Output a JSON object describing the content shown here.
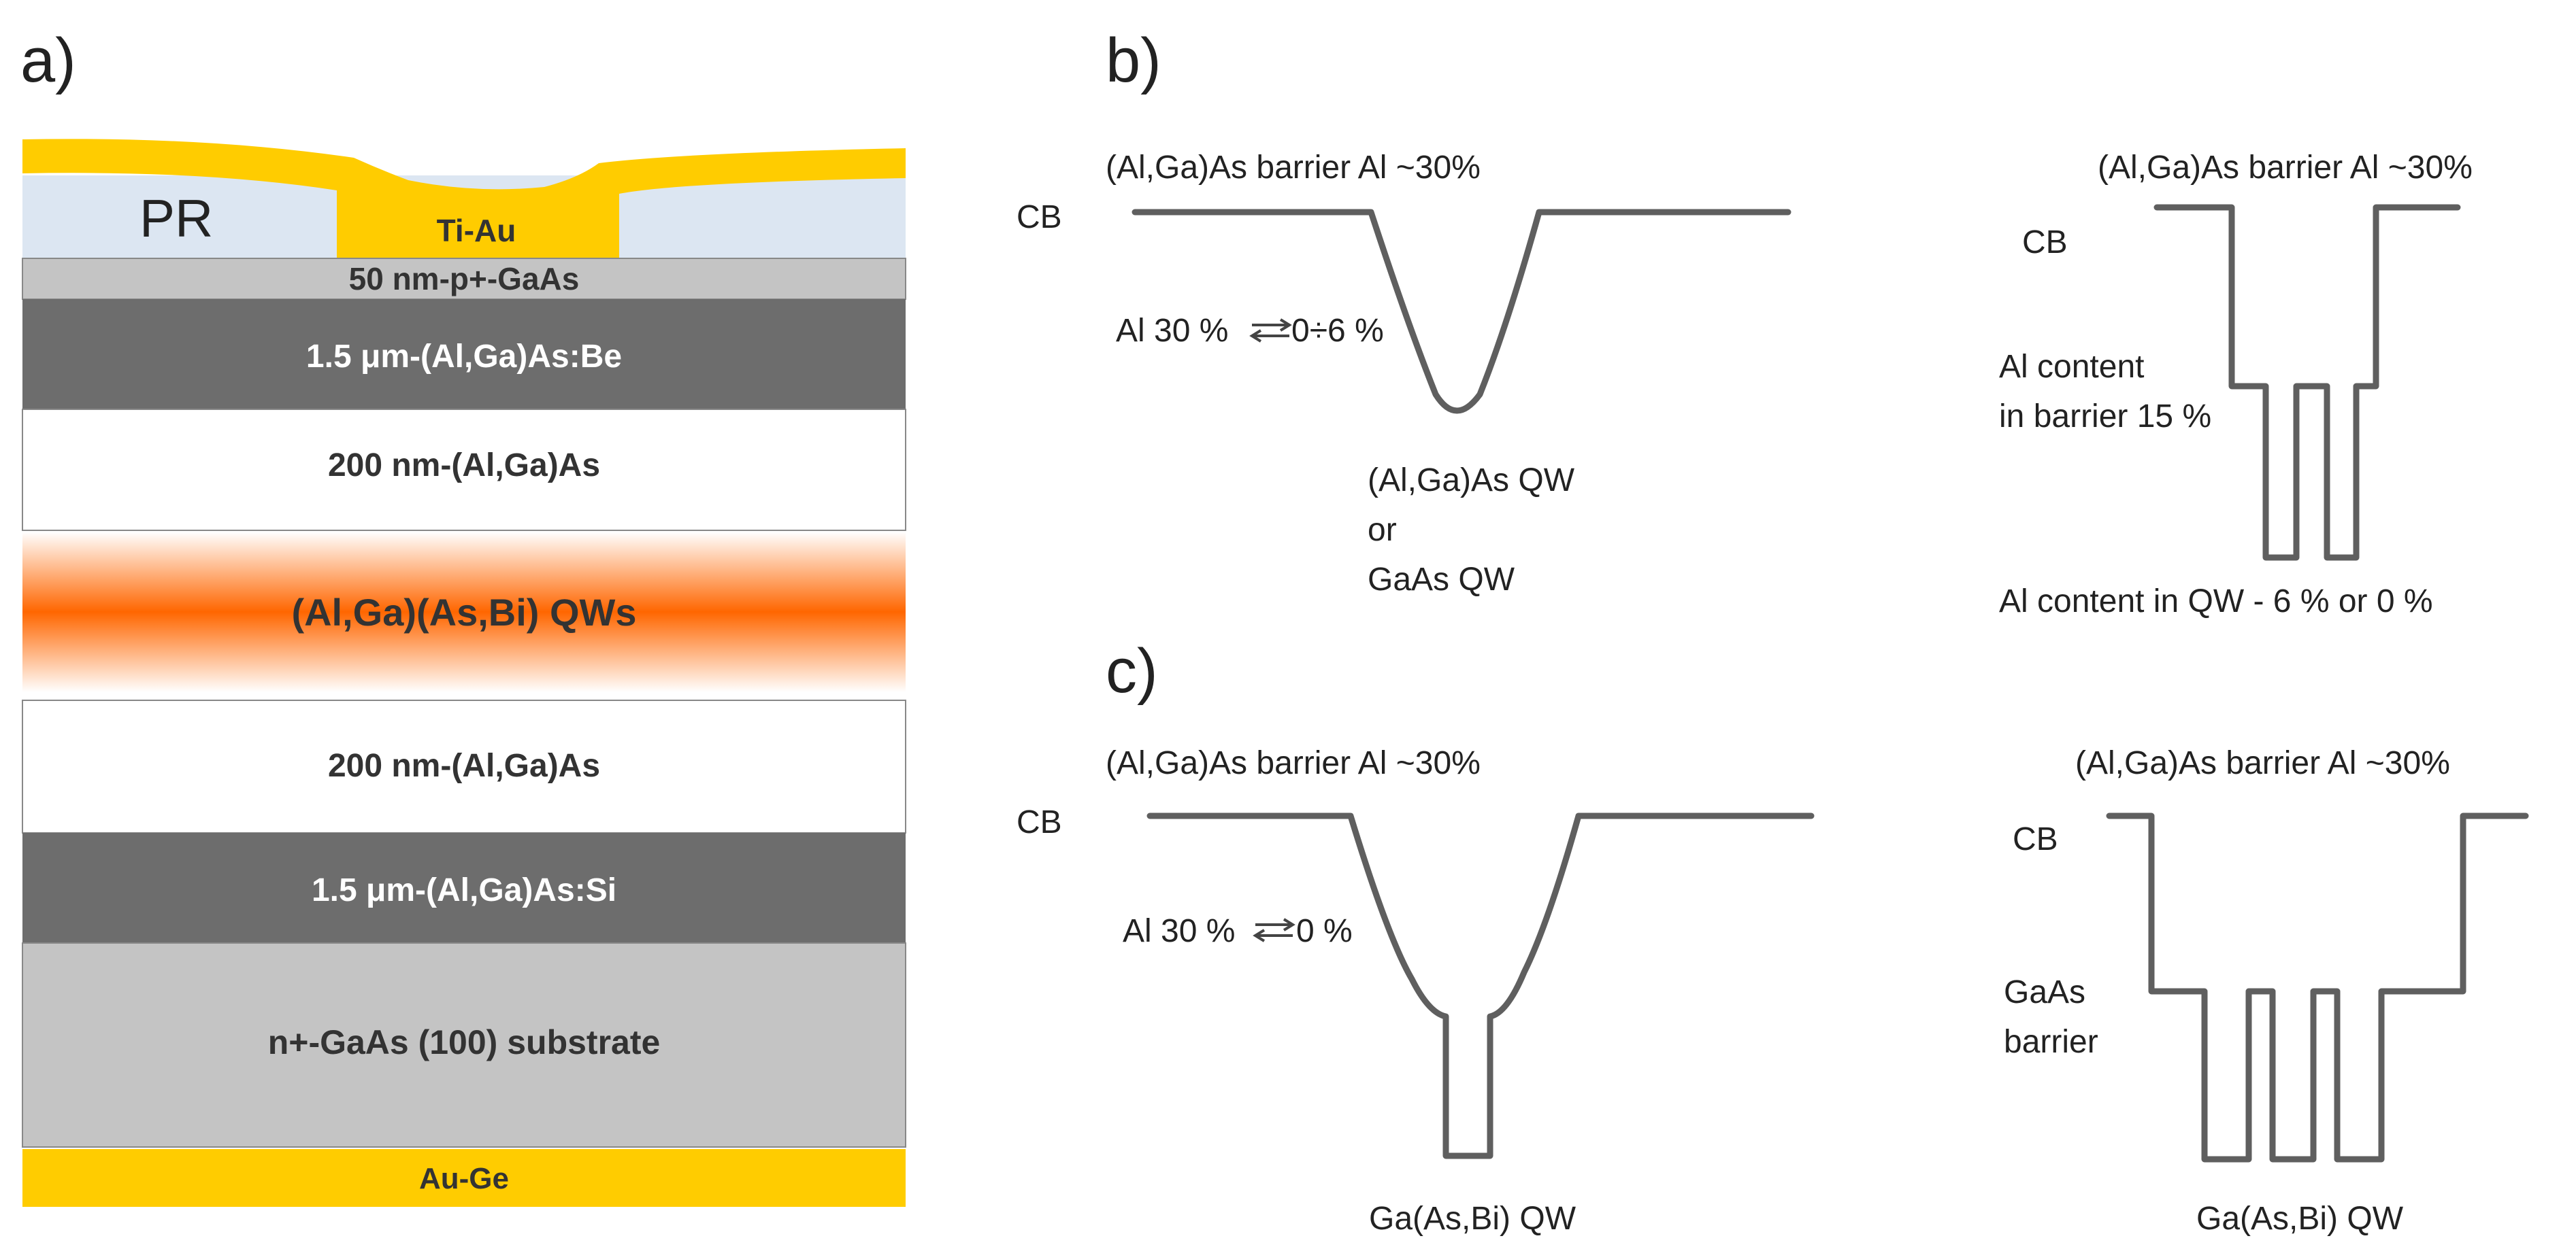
{
  "panels": {
    "a": {
      "label": "a)",
      "pr_label": "PR",
      "contact_top": "Ti-Au",
      "layers": [
        "50 nm-p+-GaAs",
        "1.5 μm-(Al,Ga)As:Be",
        "200 nm-(Al,Ga)As",
        "(Al,Ga)(As,Bi)  QWs",
        "200 nm-(Al,Ga)As",
        "1.5 μm-(Al,Ga)As:Si",
        "n+-GaAs (100) substrate"
      ],
      "contact_bottom": "Au-Ge"
    },
    "b": {
      "label": "b)",
      "left": {
        "barrier": "(Al,Ga)As barrier Al ~30%",
        "cb": "CB",
        "grad_left": "Al 30 %",
        "grad_right": "0÷6 %",
        "qw_line1": "(Al,Ga)As QW",
        "qw_line2": "or",
        "qw_line3": "GaAs QW"
      },
      "right": {
        "barrier": "(Al,Ga)As barrier Al ~30%",
        "cb": "CB",
        "al_line1": "Al content",
        "al_line2": "in barrier 15 %",
        "qw_content": "Al content in QW - 6 % or 0 %"
      }
    },
    "c": {
      "label": "c)",
      "left": {
        "barrier": "(Al,Ga)As barrier Al ~30%",
        "cb": "CB",
        "grad_left": "Al 30 %",
        "grad_right": "0 %",
        "qw": "Ga(As,Bi)  QW"
      },
      "right": {
        "barrier": "(Al,Ga)As barrier Al ~30%",
        "cb": "CB",
        "gaas_line1": "GaAs",
        "gaas_line2": "barrier",
        "qw": "Ga(As,Bi)  QW"
      }
    }
  },
  "colors": {
    "gold": "#ffcc00",
    "photoresist": "#dce6f2",
    "light_gray": "#c4c4c4",
    "dark_gray": "#6d6d6d",
    "qw_orange": "#ff6600",
    "band_line": "#5f5f5f"
  }
}
